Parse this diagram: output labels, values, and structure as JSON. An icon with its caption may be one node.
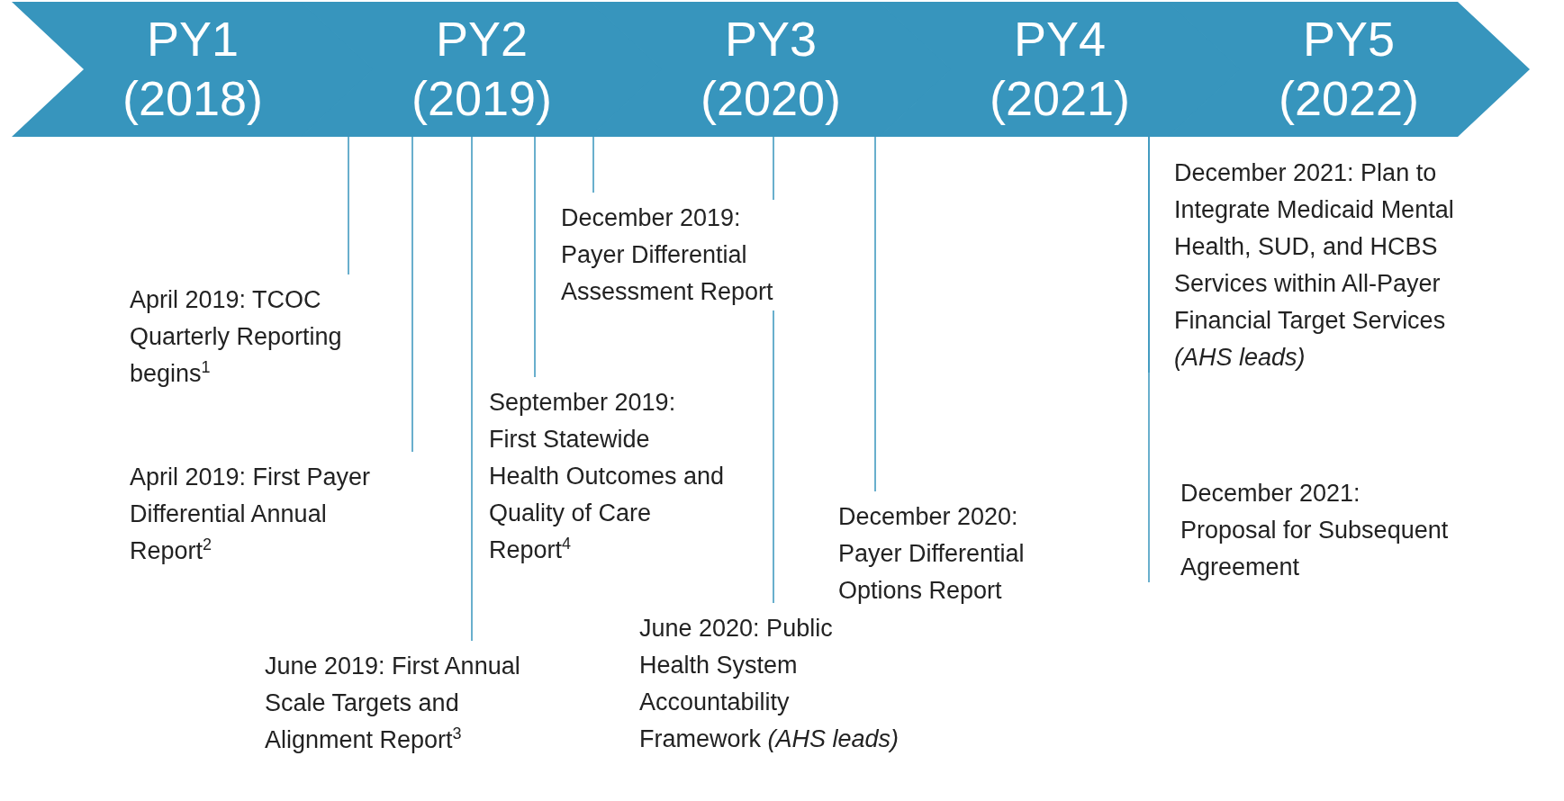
{
  "diagram": {
    "nodes": [
      {
        "text": [
          "PY1 (2018)"
        ]
      },
      {
        "text": [
          "PY2 (2019)"
        ]
      },
      {
        "text": [
          "PY3 (2020)"
        ]
      },
      {
        "text": [
          "PY4 (2021)"
        ]
      },
      {
        "text": [
          "PY5 (2022)"
        ]
      },
      {
        "text": [
          "April 2019: TCOC Quarterly Reporting begins$^{1}$"
        ]
      },
      {
        "text": [
          "April 2019: First Payer Differential Annual Report$^{2}$"
        ]
      },
      {
        "text": [
          "June 2019: First Annual Scale Targets and Alignment Report$^{3}$"
        ]
      },
      {
        "text": [
          "September 2019: First Statewide Health Outcomes and Quality of Care Report$^{4}$"
        ]
      },
      {
        "text": [
          "December 2019: Payer Differential Assessment Report"
        ]
      },
      {
        "text": [
          "June 2020: Public Health System Accountability Framework *(AHS leads)*"
        ]
      },
      {
        "text": [
          "December 2020: Payer Differential Options Report"
        ]
      },
      {
        "text": [
          "December 2021: Plan to Integrate Medicaid Mental Health, SUD, and HCBS Services within All-Payer Financial Target Services *(AHS leads)*"
        ]
      },
      {
        "text": [
          "December 2021: Proposal for Subsequent Agreement"
        ]
      }
    ],
    "edges": [
      {
        "from": 5,
        "to": 1,
        "arrow": "none"
      },
      {
        "from": 6,
        "to": 1,
        "arrow": "none"
      },
      {
        "from": 7,
        "to": 1,
        "arrow": "none"
      },
      {
        "from": 8,
        "to": 1,
        "arrow": "none"
      },
      {
        "from": 9,
        "to": 1,
        "arrow": "none"
      },
      {
        "from": 10,
        "to": 2,
        "arrow": "none"
      },
      {
        "from": 11,
        "to": 2,
        "arrow": "none"
      },
      {
        "from": 12,
        "to": 3,
        "arrow": "none"
      },
      {
        "from": 13,
        "to": 3,
        "arrow": "none"
      }
    ]
  }
}
